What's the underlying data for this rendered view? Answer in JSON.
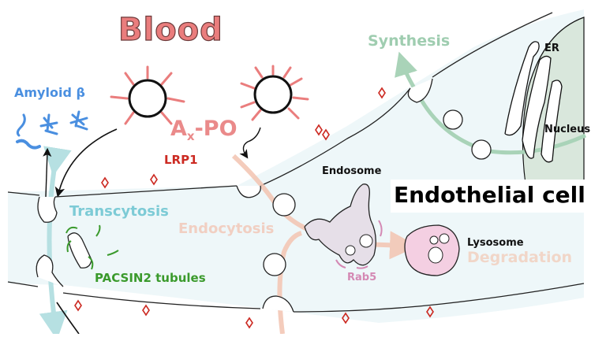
{
  "figure": {
    "regions": {
      "blood": "Blood",
      "cell": "Endothelial cell"
    },
    "nanoparticle": {
      "label_main": "A",
      "label_sub": "x",
      "label_suffix": "-PO"
    },
    "receptor": "LRP1",
    "cargo": "Amyloid β",
    "pathways": {
      "synthesis": "Synthesis",
      "transcytosis": "Transcytosis",
      "endocytosis": "Endocytosis",
      "degradation": "Degradation"
    },
    "organelles": {
      "er": "ER",
      "nucleus": "Nucleus",
      "endosome": "Endosome",
      "lysosome": "Lysosome"
    },
    "markers": {
      "pacsin": "PACSIN2 tubules",
      "rab5": "Rab5"
    },
    "colors": {
      "blood": "#ea7d7d",
      "amyloid": "#4a8fe0",
      "nanoparticle_spikes": "#ea7d7d",
      "receptor": "#cc2a22",
      "synthesis": "#9fcdb0",
      "transcytosis": "#7dcbd6",
      "endocytosis": "#f1cfc2",
      "pacsin": "#3a9a2c",
      "rab5": "#d489b4",
      "cytoplasm": "#eef7f9",
      "nucleus": "#d9e7dc",
      "endosome": "#e6dfe8",
      "lysosome": "#f4cfe2"
    }
  }
}
